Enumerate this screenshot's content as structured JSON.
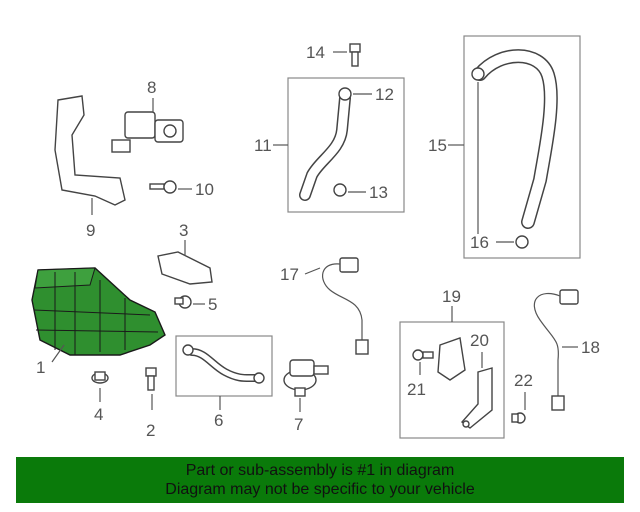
{
  "callouts": {
    "c1": "1",
    "c2": "2",
    "c3": "3",
    "c4": "4",
    "c5": "5",
    "c6": "6",
    "c7": "7",
    "c8": "8",
    "c9": "9",
    "c10": "10",
    "c11": "11",
    "c12": "12",
    "c13": "13",
    "c14": "14",
    "c15": "15",
    "c16": "16",
    "c17": "17",
    "c18": "18",
    "c19": "19",
    "c20": "20",
    "c21": "21",
    "c22": "22"
  },
  "banner": {
    "line1": "Part or sub-assembly is #1 in diagram",
    "line2": "Diagram may not be specific to your vehicle"
  },
  "colors": {
    "highlight_part": "#2f8f2f",
    "banner_bg": "#0a7a0a"
  }
}
